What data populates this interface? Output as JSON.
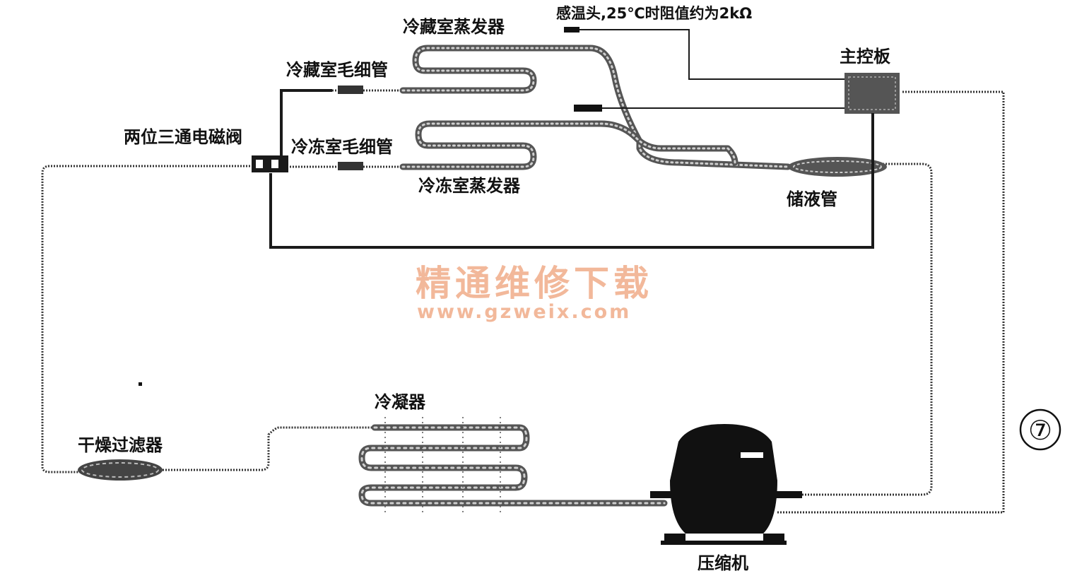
{
  "labels": {
    "fridge_evaporator": "冷藏室蒸发器",
    "sensor": "感温头,25℃时阻值约为2kΩ",
    "fridge_capillary": "冷藏室毛细管",
    "main_board": "主控板",
    "solenoid_valve": "两位三通电磁阀",
    "freezer_capillary": "冷冻室毛细管",
    "freezer_evaporator": "冷冻室蒸发器",
    "accumulator": "储液管",
    "condenser": "冷凝器",
    "filter_drier": "干燥过滤器",
    "compressor": "压缩机"
  },
  "figure_number": "⑦",
  "watermark": {
    "title": "精通维修下载",
    "url": "www.gzweix.com"
  }
}
